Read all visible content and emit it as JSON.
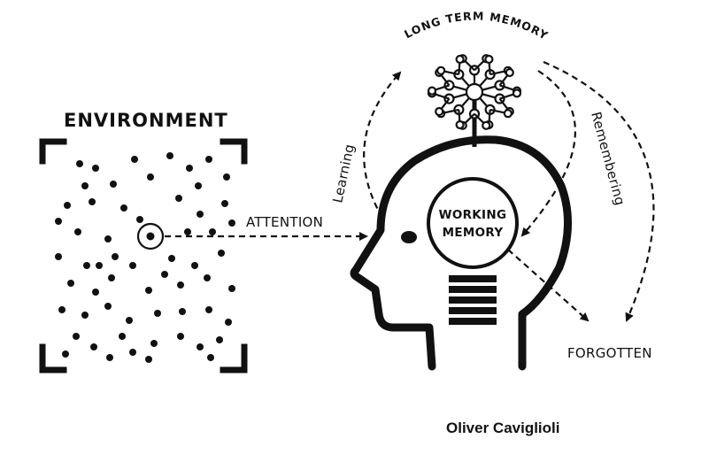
{
  "labels": {
    "environment": "ENVIRONMENT",
    "attention": "ATTENTION",
    "long_term_memory": "LONG TERM MEMORY",
    "learning": "Learning",
    "remembering": "Remembering",
    "working_memory_line1": "WORKING",
    "working_memory_line2": "MEMORY",
    "forgotten": "FORGOTTEN",
    "author": "Oliver Caviglioli"
  },
  "colors": {
    "ink": "#111111",
    "background": "#ffffff"
  },
  "icons": {
    "head": "head-profile-icon",
    "neural_tree": "neural-network-tree-icon",
    "focus_target": "target-circle-icon"
  }
}
